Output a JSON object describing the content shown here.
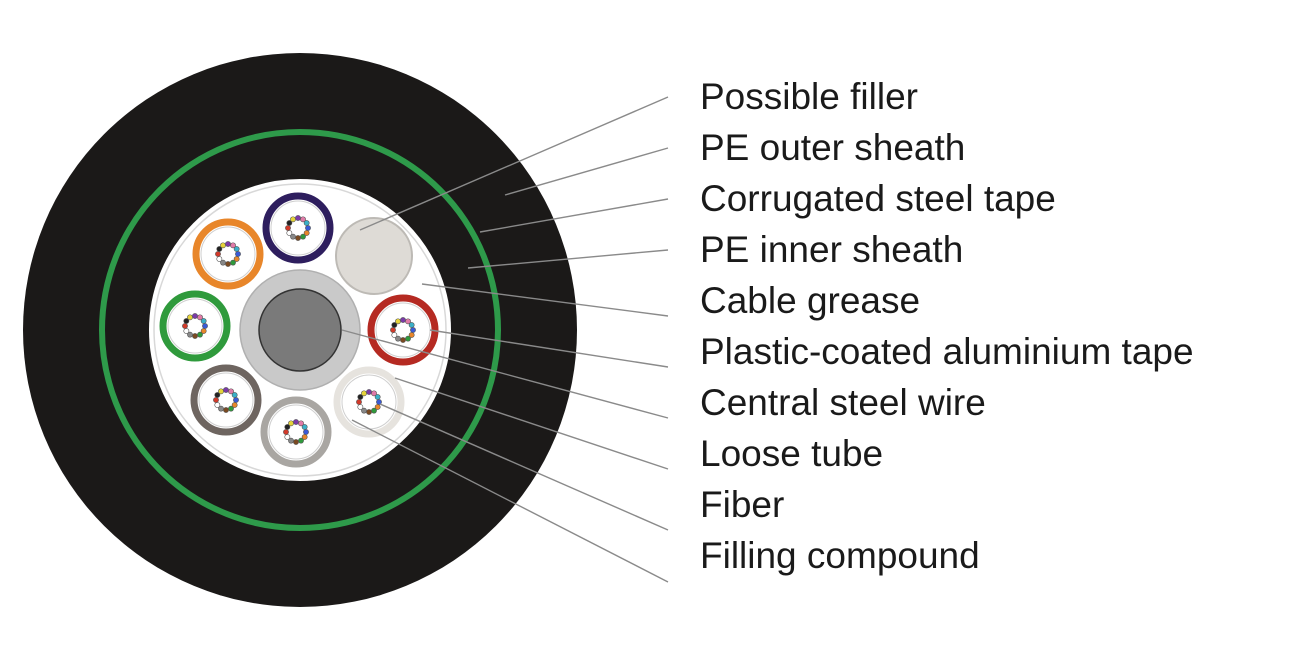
{
  "labels": [
    "Possible filler",
    "PE outer sheath",
    "Corrugated steel tape",
    "PE inner sheath",
    "Cable grease",
    "Plastic-coated aluminium tape",
    "Central steel wire",
    "Loose tube",
    "Fiber",
    "Filling compound"
  ],
  "colors": {
    "outer_sheath": "#1b1918",
    "steel_tape_ring": "#2e9a4a",
    "inner_core": "#ffffff",
    "filler": "#dedbd6",
    "central_wire_jacket": "#c9c9c9",
    "central_wire": "#7a7a7a",
    "tube_purple": "#2e1e5e",
    "tube_orange": "#e8862a",
    "tube_green": "#2f9a3c",
    "tube_red": "#b52a22",
    "tube_brown": "#6e6560",
    "tube_grey": "#a9a6a2",
    "tube_white": "#e6e3de"
  },
  "loose_tubes": [
    {
      "name": "tube-purple",
      "color_key": "tube_purple"
    },
    {
      "name": "tube-orange",
      "color_key": "tube_orange"
    },
    {
      "name": "tube-green",
      "color_key": "tube_green"
    },
    {
      "name": "tube-brown",
      "color_key": "tube_brown"
    },
    {
      "name": "tube-grey",
      "color_key": "tube_grey"
    },
    {
      "name": "tube-white",
      "color_key": "tube_white"
    },
    {
      "name": "tube-red",
      "color_key": "tube_red"
    }
  ]
}
